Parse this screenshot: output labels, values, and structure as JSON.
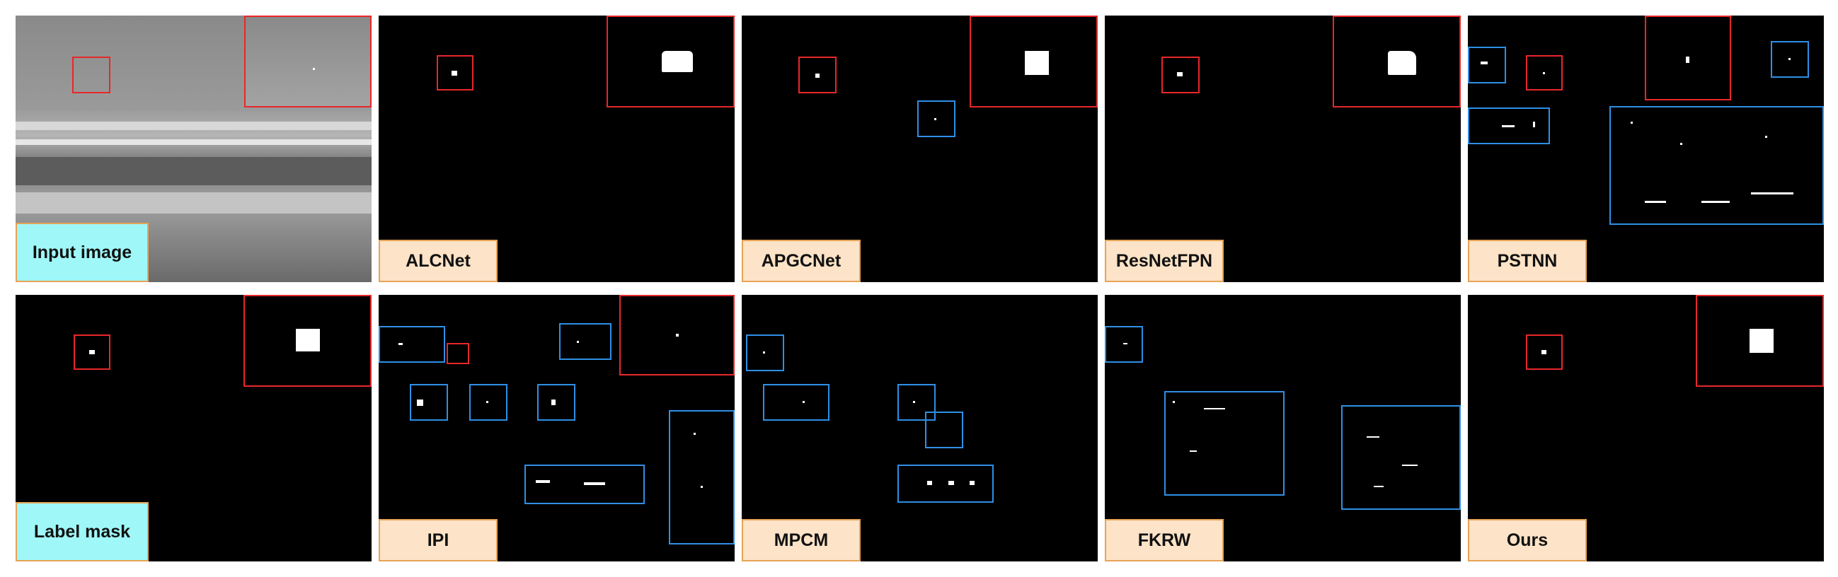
{
  "panels": [
    {
      "id": "input",
      "label": "Input image"
    },
    {
      "id": "alcnet",
      "label": "ALCNet"
    },
    {
      "id": "apgcnet",
      "label": "APGCNet"
    },
    {
      "id": "resnetfpn",
      "label": "ResNetFPN"
    },
    {
      "id": "pstnn",
      "label": "PSTNN"
    },
    {
      "id": "label-mask",
      "label": "Label mask"
    },
    {
      "id": "ipi",
      "label": "IPI"
    },
    {
      "id": "mpcm",
      "label": "MPCM"
    },
    {
      "id": "fkrw",
      "label": "FKRW"
    },
    {
      "id": "ours",
      "label": "Ours"
    }
  ],
  "colors": {
    "target_box": "#e8272a",
    "false_alarm_box": "#2f8fe6",
    "label_peach": "#fde3c7",
    "label_cyan": "#9ff7f8"
  }
}
